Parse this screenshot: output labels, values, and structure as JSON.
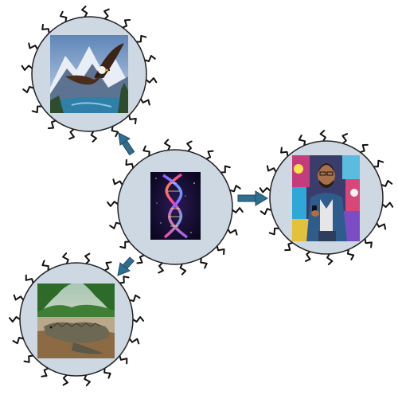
{
  "diagram": {
    "cells": [
      {
        "id": "eagle",
        "image": "eagle-over-mountain-lake"
      },
      {
        "id": "dna",
        "image": "dna-double-helix"
      },
      {
        "id": "person",
        "image": "smiling-man-with-phone-graffiti-wall"
      },
      {
        "id": "crocodile",
        "image": "crocodile-on-riverbank"
      }
    ],
    "arrows": [
      {
        "from": "dna",
        "to": "eagle"
      },
      {
        "from": "dna",
        "to": "person"
      },
      {
        "from": "dna",
        "to": "crocodile"
      }
    ],
    "colors": {
      "cell_fill": "#cdd8e3",
      "cell_stroke": "#222222",
      "arrow": "#2f6e8e",
      "arrow_stroke": "#1d4a63",
      "flagella": "#111111"
    }
  }
}
